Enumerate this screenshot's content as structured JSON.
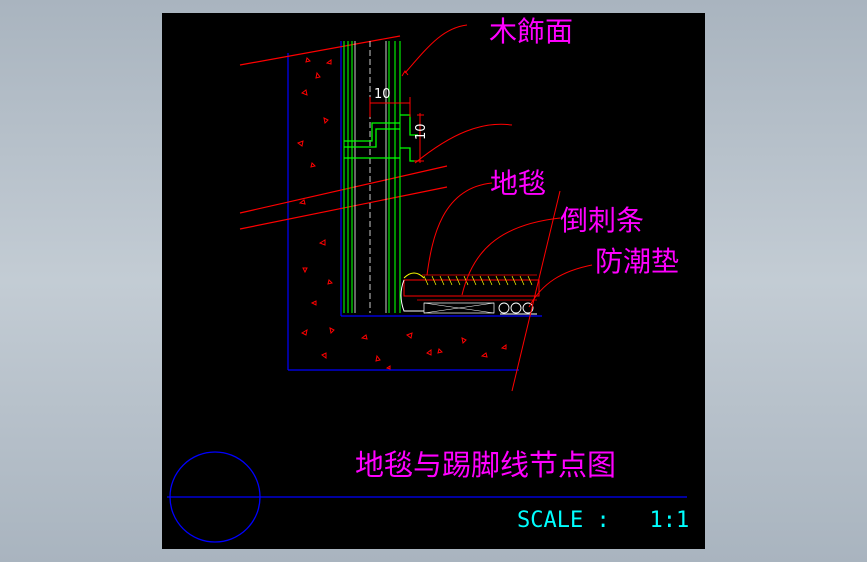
{
  "drawing": {
    "colors": {
      "background": "#000000",
      "viewport_bg": "#b7c1cb",
      "label": "#ff00ff",
      "leader": "#ff0000",
      "wall": "#0000ff",
      "wood": "#00ff00",
      "scale": "#00ffff",
      "dim_text": "#ffffff",
      "hatch": "#ffff00"
    },
    "labels": {
      "wood_finish": "木飾面",
      "carpet": "地毯",
      "gripper": "倒刺条",
      "underlay": "防潮垫"
    },
    "dimensions": {
      "horizontal": "10",
      "vertical": "10"
    },
    "title": "地毯与踢脚线节点图",
    "scale_text": "SCALE :   1:1"
  }
}
